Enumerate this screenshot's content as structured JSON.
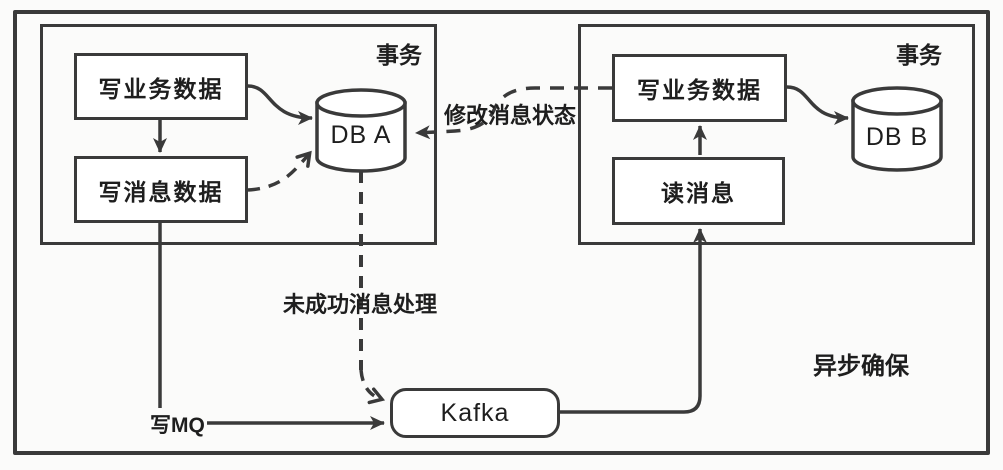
{
  "labels": {
    "left_transaction": "事务",
    "right_transaction": "事务",
    "write_business_left": "写业务数据",
    "write_message": "写消息数据",
    "db_a": "DB A",
    "write_business_right": "写业务数据",
    "read_message": "读消息",
    "db_b": "DB B",
    "kafka": "Kafka",
    "modify_message_status": "修改消息状态",
    "unsuccessful_message_handling": "未成功消息处理",
    "write_mq": "写MQ",
    "async_ensure": "异步确保"
  },
  "colors": {
    "stroke": "#3a3a3a",
    "background": "#fbfbfa",
    "node_background": "#ffffff",
    "text": "#1e1e1e"
  }
}
